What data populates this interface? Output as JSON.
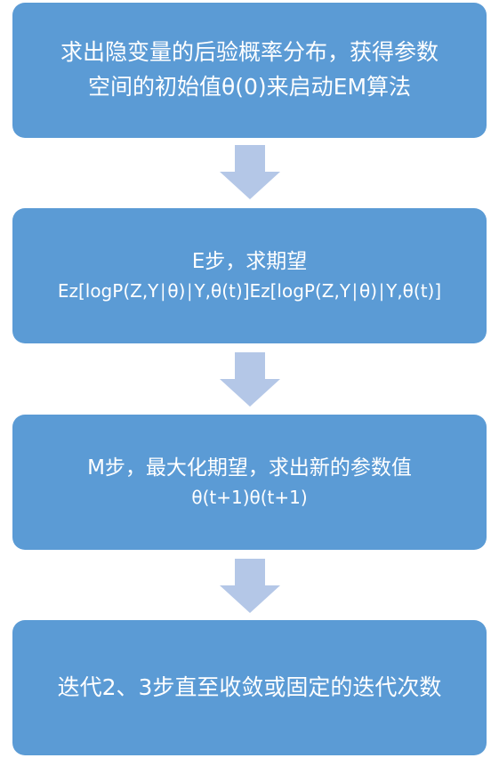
{
  "steps": [
    {
      "lines": [
        "求出隐变量的后验概率分布，获得参数",
        "空间的初始值θ(0)来启动EM算法"
      ]
    },
    {
      "lines": [
        "E步，求期望",
        "Ez[logP(Z,Y∣θ)∣Y,θ(t)]Ez[logP(Z,Y∣θ)∣Y,θ(t)]"
      ]
    },
    {
      "lines": [
        "M步，最大化期望，求出新的参数值",
        "θ(t+1)θ(t+1)"
      ]
    },
    {
      "lines": [
        "迭代2、3步直至收敛或固定的迭代次数"
      ]
    }
  ],
  "colors": {
    "box": "#5b9bd5",
    "arrow": "#b4c7e7",
    "text": "#ffffff"
  }
}
